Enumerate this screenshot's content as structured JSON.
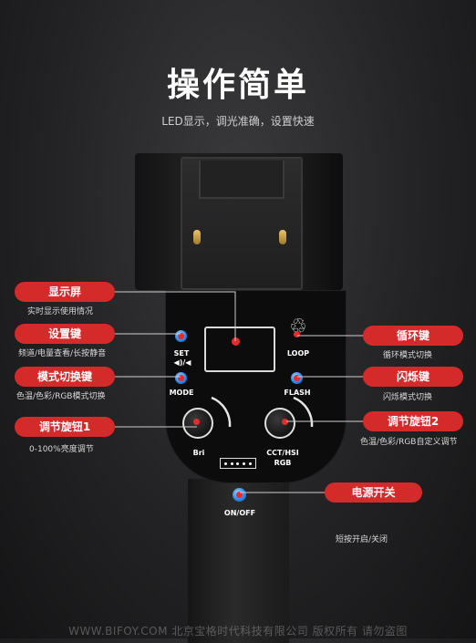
{
  "title": "操作简单",
  "subtitle": "LED显示，调光准确，设置快速",
  "device_labels": {
    "set": "SET",
    "loop": "LOOP",
    "mode": "MODE",
    "flash": "FLASH",
    "bri": "Bri",
    "cct_hsi": "CCT/HSI",
    "rgb": "RGB",
    "on_off": "ON/OFF"
  },
  "callouts": {
    "display": {
      "label": "显示屏",
      "desc": "实时显示使用情况"
    },
    "set_key": {
      "label": "设置键",
      "desc": "频道/电量查看/长按静音"
    },
    "mode_key": {
      "label": "模式切换键",
      "desc": "色温/色彩/RGB模式切换"
    },
    "knob1": {
      "label": "调节旋钮1",
      "desc": "0-100%亮度调节"
    },
    "loop_key": {
      "label": "循环键",
      "desc": "循环模式切换"
    },
    "flash_key": {
      "label": "闪烁键",
      "desc": "闪烁模式切换"
    },
    "knob2": {
      "label": "调节旋钮2",
      "desc": "色温/色彩/RGB自定义调节"
    },
    "power": {
      "label": "电源开关",
      "desc": "短按开启/关闭"
    }
  },
  "watermark": "WWW.BIFOY.COM 北京宝格时代科技有限公司 版权所有 请勿盗图",
  "colors": {
    "accent": "#d42a2a",
    "button": "#2f8ff0",
    "background": "#232325"
  }
}
